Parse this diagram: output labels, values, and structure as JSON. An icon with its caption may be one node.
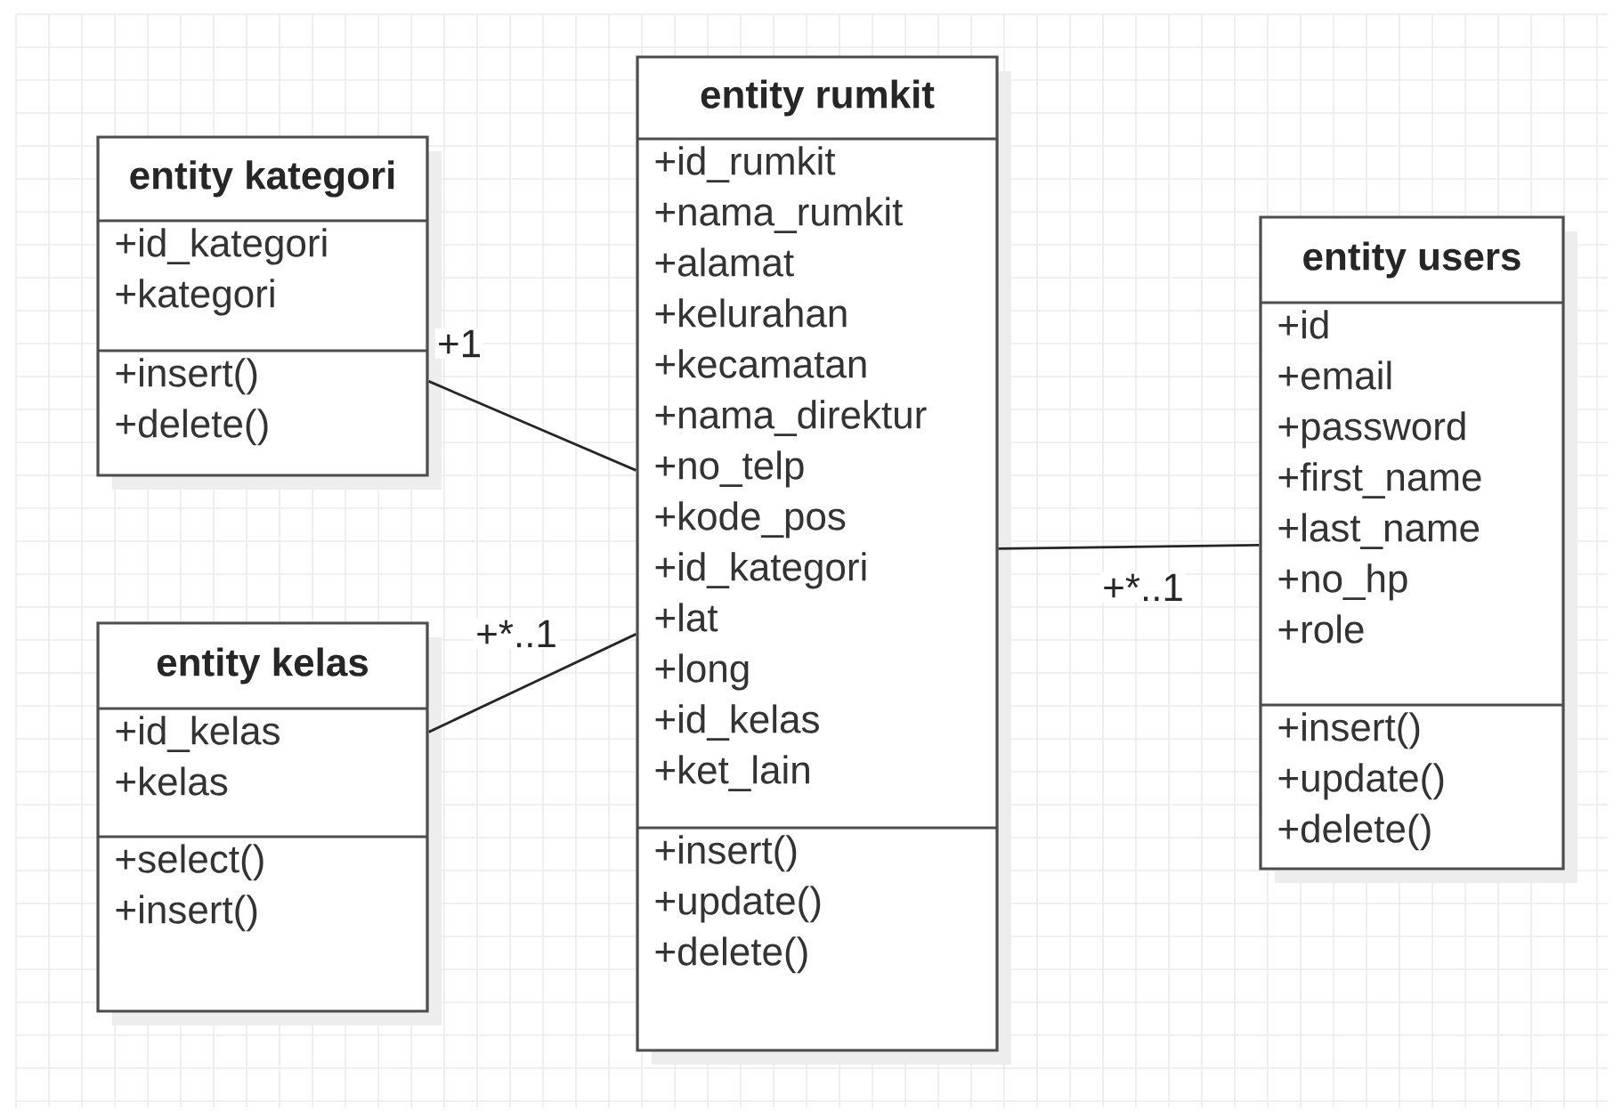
{
  "diagram": {
    "nodes": [
      {
        "text": [
          "entity kategori",
          "+id_kategori +kategori",
          "+insert() +delete()"
        ]
      },
      {
        "text": [
          "entity rumkit",
          "+id_rumkit +nama_rumkit +alamat +kelurahan +kecamatan +nama_direktur +no_telp +kode_pos +id_kategori +lat +long +id_kelas +ket_lain",
          "+insert() +update() +delete()"
        ]
      },
      {
        "text": [
          "entity users",
          "+id +email +password +first_name +last_name +no_hp +role",
          "+insert() +update() +delete()"
        ]
      },
      {
        "text": [
          "entity kelas",
          "+id_kelas +kelas",
          "+select() +insert()"
        ]
      }
    ],
    "edges": [
      {
        "from": 0,
        "to": 1,
        "arrow": "none",
        "label": "+1"
      },
      {
        "from": 3,
        "to": 1,
        "arrow": "none",
        "label": "+*..1"
      },
      {
        "from": 1,
        "to": 2,
        "arrow": "none",
        "label": "+*..1"
      }
    ]
  }
}
